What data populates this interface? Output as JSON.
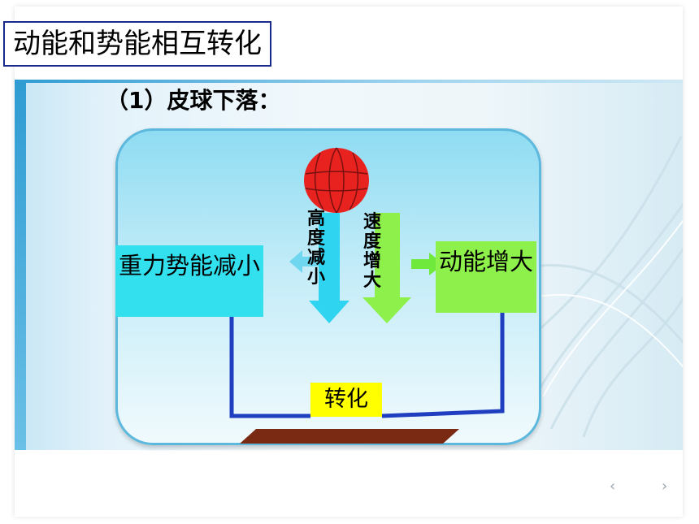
{
  "slide": {
    "title": "动能和势能相互转化",
    "subtitle": "（1）皮球下落："
  },
  "diagram": {
    "potential_energy_label": "重力势能减小",
    "kinetic_energy_label": "动能增大",
    "height_label": "高度减小",
    "speed_label": "速度增大",
    "conversion_label": "转化"
  },
  "navigation": {
    "prev_glyph": "‹",
    "next_glyph": "›"
  },
  "colors": {
    "title_border": "#1a2a8a",
    "panel_top": "#8fdcf2",
    "potential_box": "#33e0ee",
    "kinetic_box": "#8ef04a",
    "conversion_box": "#ffff00",
    "connector_line": "#1f3fc0",
    "ball": "#e8231f",
    "ground": "#7a2a12"
  }
}
